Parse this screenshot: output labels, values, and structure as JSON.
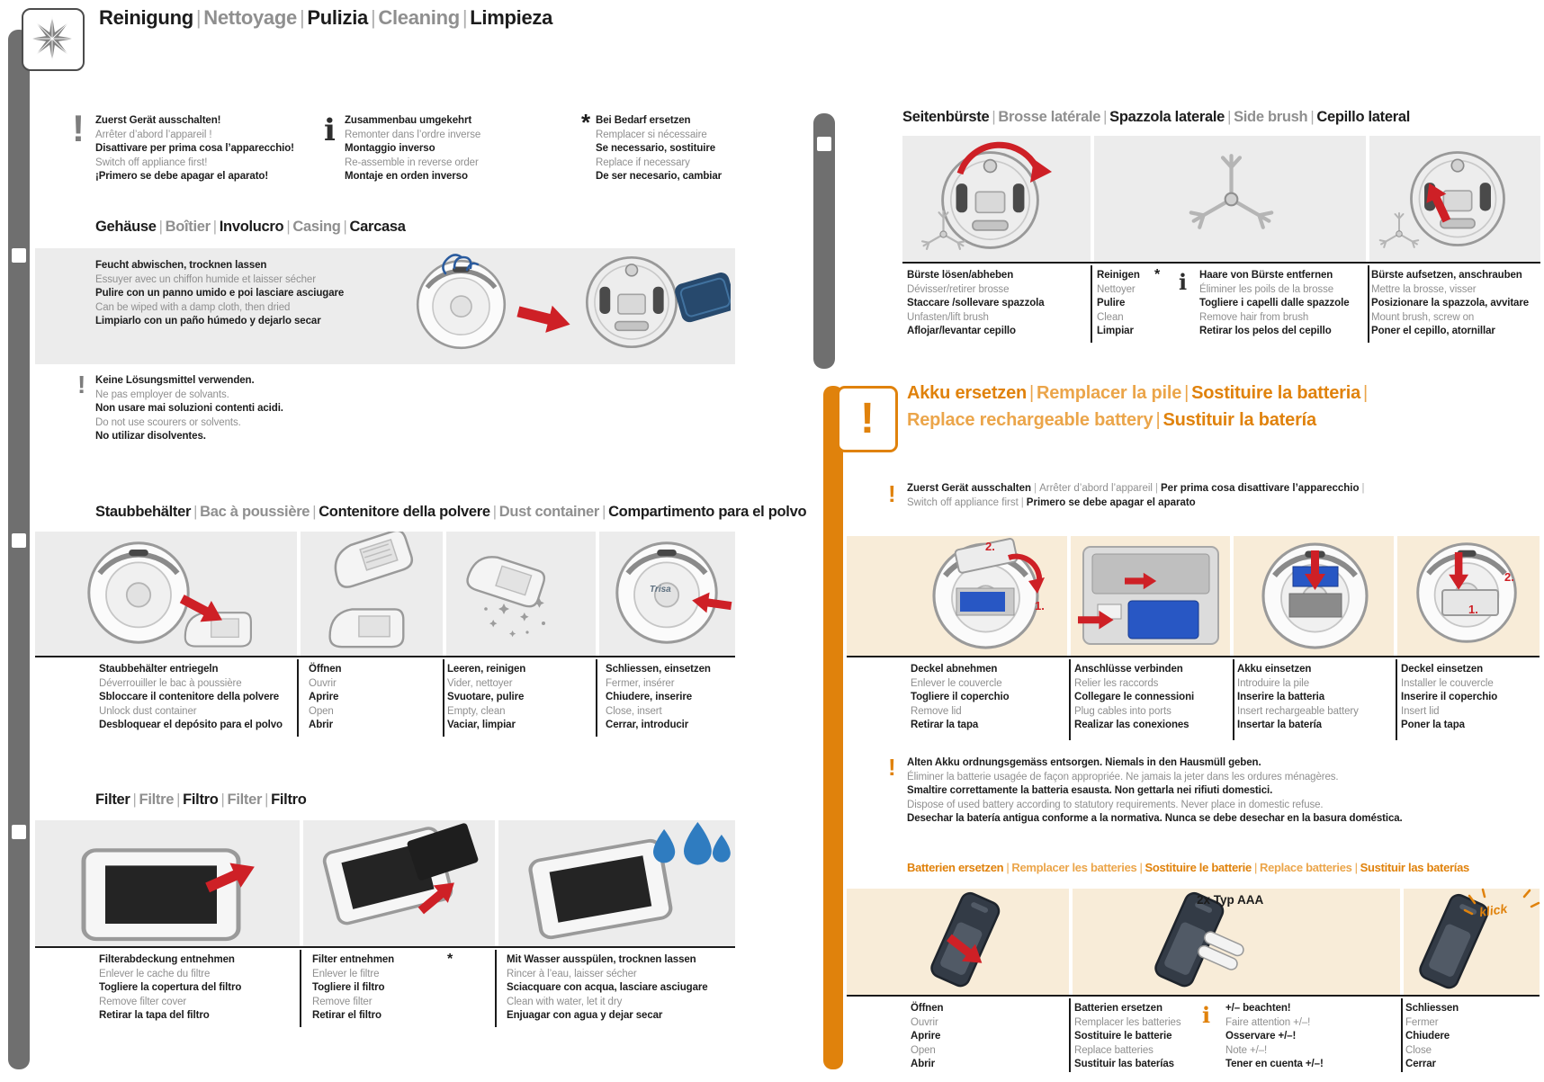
{
  "colors": {
    "orange": "#E0820C",
    "orange_light": "#EBA54A",
    "red": "#CE2026",
    "cream": "#F8ECD8",
    "band_gray": "#ECECEC",
    "bar_gray": "#6F6F6F",
    "text_dark": "#1C1C1C",
    "text_gray": "#8F8F8F"
  },
  "icons": {
    "warning": "!",
    "info": "i",
    "asterisk": "*"
  },
  "title": [
    "Reinigung",
    "Nettoyage",
    "Pulizia",
    "Cleaning",
    "Limpieza"
  ],
  "top_notes": {
    "switch_off": [
      "Zuerst Gerät ausschalten!",
      "Arrêter d’abord l’appareil !",
      "Disattivare per prima cosa l’apparecchio!",
      "Switch off appliance first!",
      "¡Primero se debe apagar el aparato!"
    ],
    "reassemble": [
      "Zusammenbau umgekehrt",
      "Remonter dans l’ordre inverse",
      "Montaggio inverso",
      "Re-assemble in reverse order",
      "Montaje en orden inverso"
    ],
    "replace": [
      "Bei Bedarf ersetzen",
      "Remplacer si nécessaire",
      "Se necessario, sostituire",
      "Replace if necessary",
      "De ser necesario, cambiar"
    ]
  },
  "casing": {
    "heading": [
      "Gehäuse",
      "Boîtier",
      "Involucro",
      "Casing",
      "Carcasa"
    ],
    "wipe": [
      "Feucht abwischen, trocknen lassen",
      "Essuyer avec un chiffon humide et laisser sécher",
      "Pulire con un panno umido e poi lasciare asciugare",
      "Can be wiped with a damp cloth, then dried",
      "Limpiarlo con un paño húmedo y dejarlo secar"
    ],
    "solvents": [
      "Keine Lösungsmittel verwenden.",
      "Ne pas employer de solvants.",
      "Non usare mai soluzioni contenti acidi.",
      "Do not use scourers or solvents.",
      "No utilizar disolventes."
    ]
  },
  "dust": {
    "heading": [
      "Staubbehälter",
      "Bac à poussière",
      "Contenitore della polvere",
      "Dust container",
      "Compartimento para el polvo"
    ],
    "robot_logo": "Trisa",
    "steps": [
      [
        "Staubbehälter entriegeln",
        "Déverrouiller le bac à poussière",
        "Sbloccare il contenitore della polvere",
        "Unlock dust container",
        "Desbloquear el depósito para el polvo"
      ],
      [
        "Öffnen",
        "Ouvrir",
        "Aprire",
        "Open",
        "Abrir"
      ],
      [
        "Leeren, reinigen",
        "Vider, nettoyer",
        "Svuotare, pulire",
        "Empty, clean",
        "Vaciar, limpiar"
      ],
      [
        "Schliessen, einsetzen",
        "Fermer, insérer",
        "Chiudere, inserire",
        "Close, insert",
        "Cerrar, introducir"
      ]
    ]
  },
  "filter": {
    "heading": [
      "Filter",
      "Filtre",
      "Filtro",
      "Filter",
      "Filtro"
    ],
    "steps": [
      [
        "Filterabdeckung entnehmen",
        "Enlever le cache du filtre",
        "Togliere la copertura del filtro",
        "Remove filter cover",
        "Retirar la tapa del filtro"
      ],
      [
        "Filter entnehmen",
        "Enlever le filtre",
        "Togliere il filtro",
        "Remove filter",
        "Retirar el filtro"
      ],
      [
        "Mit Wasser ausspülen, trocknen lassen",
        "Rincer à l’eau, laisser sécher",
        "Sciacquare con acqua, lasciare asciugare",
        "Clean with water, let it dry",
        "Enjuagar con agua y dejar secar"
      ]
    ]
  },
  "side_brush": {
    "heading": [
      "Seitenbürste",
      "Brosse latérale",
      "Spazzola laterale",
      "Side brush",
      "Cepillo lateral"
    ],
    "step_remove": [
      "Bürste lösen/abheben",
      "Dévisser/retirer brosse",
      "Staccare /sollevare spazzola",
      "Unfasten/lift brush",
      "Aflojar/levantar cepillo"
    ],
    "step_clean": [
      "Reinigen",
      "Nettoyer",
      "Pulire",
      "Clean",
      "Limpiar"
    ],
    "hair_note": [
      "Haare von Bürste entfernen",
      "Éliminer les poils de la brosse",
      "Togliere i capelli dalle spazzole",
      "Remove hair from brush",
      "Retirar los pelos del cepillo"
    ],
    "step_mount": [
      "Bürste aufsetzen, anschrauben",
      "Mettre la brosse, visser",
      "Posizionare la spazzola, avvitare",
      "Mount brush, screw on",
      "Poner el cepillo, atornillar"
    ]
  },
  "akku": {
    "heading_line1": [
      "Akku ersetzen",
      "Remplacer la pile",
      "Sostituire la batteria"
    ],
    "heading_line2": [
      "Replace rechargeable battery",
      "Sustituir la batería"
    ],
    "switch_line1": [
      "Zuerst Gerät ausschalten",
      "Arrêter d’abord l’appareil",
      "Per prima cosa disattivare l’apparecchio"
    ],
    "switch_line2": [
      "Switch off appliance first",
      "Primero se debe apagar el aparato"
    ],
    "image_labels": {
      "lid_off_a": "2.",
      "lid_off_b": "1.",
      "lid_on_a": "1.",
      "lid_on_b": "2."
    },
    "steps": [
      [
        "Deckel abnehmen",
        "Enlever le couvercle",
        "Togliere il coperchio",
        "Remove lid",
        "Retirar la tapa"
      ],
      [
        "Anschlüsse verbinden",
        "Relier les raccords",
        "Collegare le connessioni",
        "Plug cables into ports",
        "Realizar las conexiones"
      ],
      [
        "Akku einsetzen",
        "Introduire la pile",
        "Inserire la batteria",
        "Insert rechargeable battery",
        "Insertar la batería"
      ],
      [
        "Deckel einsetzen",
        "Installer le couvercle",
        "Inserire il coperchio",
        "Insert lid",
        "Poner la tapa"
      ]
    ],
    "dispose": [
      "Alten Akku ordnungsgemäss entsorgen. Niemals in den Hausmüll geben.",
      "Éliminer la batterie usagée de façon appropriée. Ne jamais la jeter dans les ordures ménagères.",
      "Smaltire correttamente la batteria esausta. Non gettarla nei rifiuti domestici.",
      "Dispose of used battery according to statutory requirements. Never place in domestic refuse.",
      "Desechar la batería antigua conforme a la normativa. Nunca se debe desechar en la basura doméstica."
    ]
  },
  "batteries": {
    "heading": [
      "Batterien ersetzen",
      "Remplacer les batteries",
      "Sostituire le batterie",
      "Replace batteries",
      "Sustituir las baterías"
    ],
    "aaa_label": "2x Typ AAA",
    "klick": "klick",
    "step_open": [
      "Öffnen",
      "Ouvrir",
      "Aprire",
      "Open",
      "Abrir"
    ],
    "step_replace": [
      "Batterien ersetzen",
      "Remplacer les batteries",
      "Sostituire le batterie",
      "Replace batteries",
      "Sustituir las baterías"
    ],
    "polarity_note": [
      "+/– beachten!",
      "Faire attention +/–!",
      "Osservare +/–!",
      "Note +/–!",
      "Tener en cuenta +/–!"
    ],
    "step_close": [
      "Schliessen",
      "Fermer",
      "Chiudere",
      "Close",
      "Cerrar"
    ]
  }
}
